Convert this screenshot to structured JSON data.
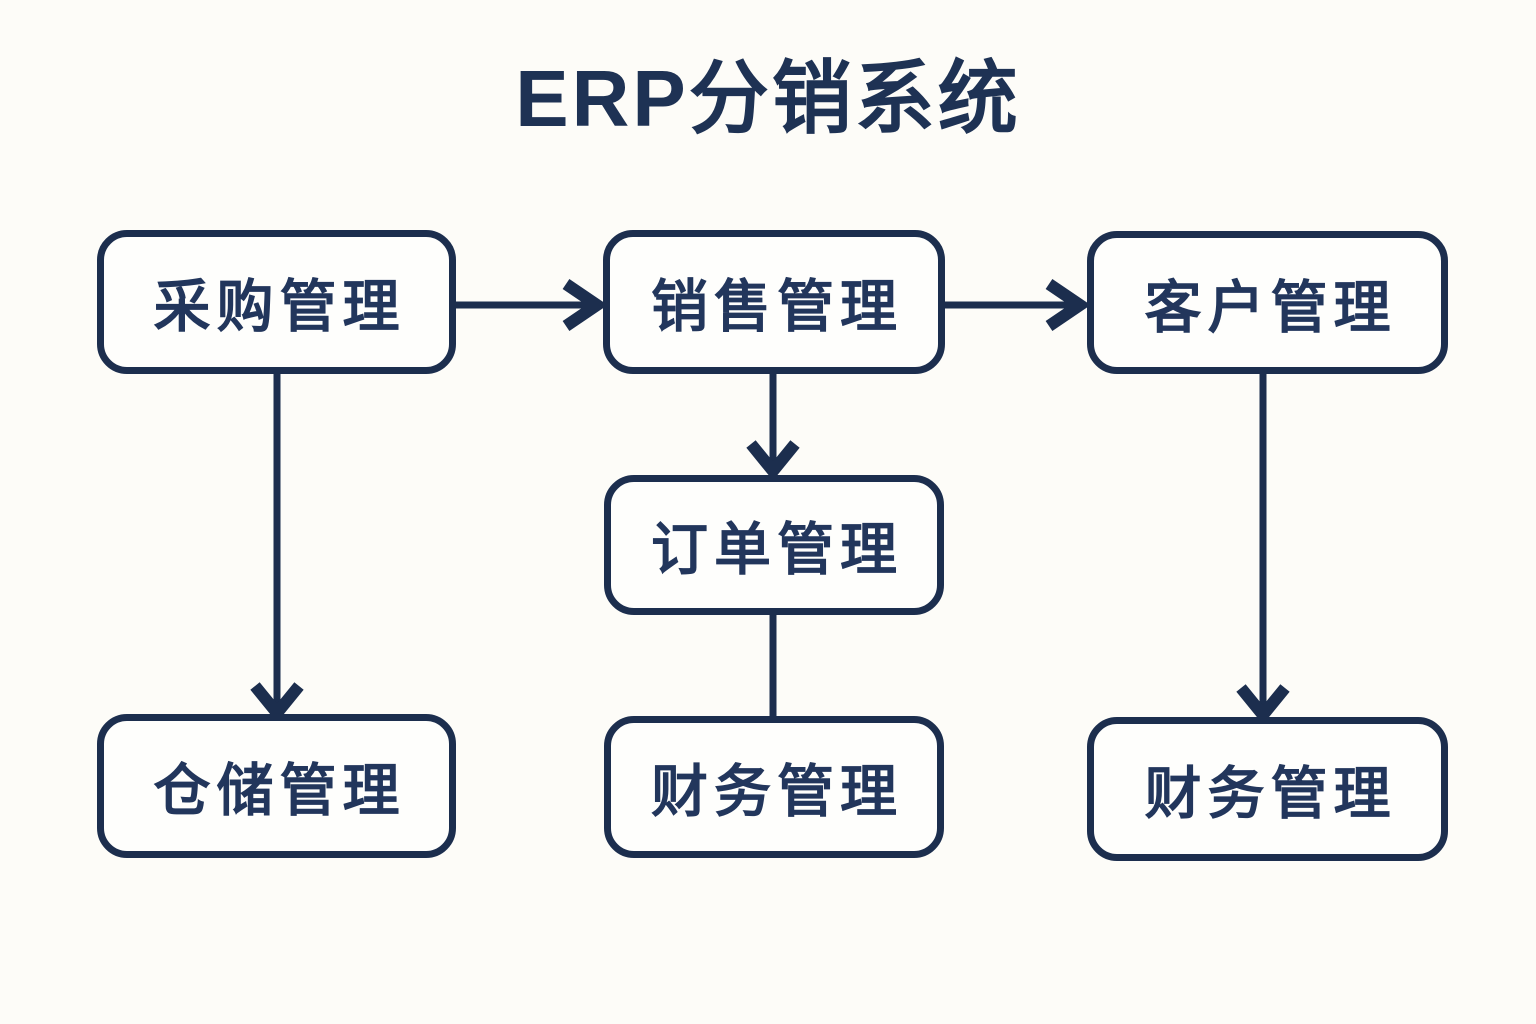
{
  "title": "ERP分销系统",
  "colors": {
    "background": "#fdfcf8",
    "node_fill": "#fefefc",
    "line": "#1c2e4e",
    "text": "#22365c"
  },
  "nodes": [
    {
      "id": "purchase",
      "label": "采购管理"
    },
    {
      "id": "sales",
      "label": "销售管理"
    },
    {
      "id": "customer",
      "label": "客户管理"
    },
    {
      "id": "order",
      "label": "订单管理"
    },
    {
      "id": "warehouse",
      "label": "仓储管理"
    },
    {
      "id": "finance-mid",
      "label": "财务管理"
    },
    {
      "id": "finance-right",
      "label": "财务管理"
    }
  ],
  "edges": [
    {
      "from": "purchase",
      "to": "sales",
      "direction": "right",
      "arrowhead": true
    },
    {
      "from": "sales",
      "to": "customer",
      "direction": "right",
      "arrowhead": true
    },
    {
      "from": "sales",
      "to": "order",
      "direction": "down",
      "arrowhead": true
    },
    {
      "from": "purchase",
      "to": "warehouse",
      "direction": "down",
      "arrowhead": true
    },
    {
      "from": "order",
      "to": "finance-mid",
      "direction": "down",
      "arrowhead": false
    },
    {
      "from": "customer",
      "to": "finance-right",
      "direction": "down",
      "arrowhead": true
    }
  ]
}
